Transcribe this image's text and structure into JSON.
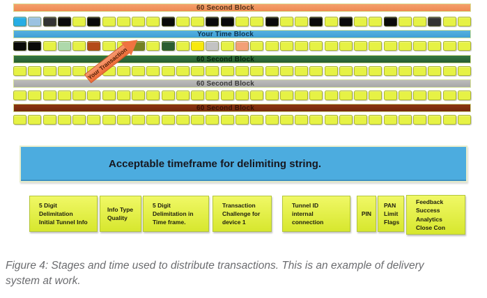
{
  "figure": {
    "palette": {
      "yellow": "#e6f245",
      "black": "#0a0a0a",
      "darkgray": "#333333",
      "blue": "#27ade5",
      "lightblue": "#9bc2e1",
      "palegreen": "#aed9ab",
      "rust": "#b44a19",
      "olive": "#748125",
      "darkgreen": "#2b5e33",
      "brightyellow": "#f8e90e",
      "lightgray": "#c3c3c3",
      "salmon": "#f3a077"
    },
    "bar_colors": {
      "orange": "#f0925b",
      "blue": "#47a9dc",
      "green": "#2d6b38",
      "gray": "#b2b2b2",
      "maroon": "#7f2e10"
    },
    "bars": [
      {
        "id": "orange",
        "label": "60 Second Block"
      },
      {
        "id": "blue",
        "label": "Your Time Block"
      },
      {
        "id": "green",
        "label": "60 Second Block"
      },
      {
        "id": "gray",
        "label": "60 Second Block"
      },
      {
        "id": "maroon",
        "label": "60 Second Block"
      }
    ],
    "block_rows": [
      {
        "name": "row-1",
        "blocks": [
          "blue",
          "lightblue",
          "darkgray",
          "black",
          "yellow",
          "black",
          "yellow",
          "yellow",
          "yellow",
          "yellow",
          "black",
          "yellow",
          "yellow",
          "black",
          "black",
          "yellow",
          "yellow",
          "black",
          "yellow",
          "yellow",
          "black",
          "yellow",
          "black",
          "yellow",
          "yellow",
          "black",
          "yellow",
          "yellow",
          "darkgray",
          "yellow",
          "yellow"
        ]
      },
      {
        "name": "row-2",
        "blocks": [
          "black",
          "black",
          "yellow",
          "palegreen",
          "yellow",
          "rust",
          "yellow",
          "yellow",
          "olive",
          "yellow",
          "darkgreen",
          "yellow",
          "brightyellow",
          "lightgray",
          "yellow",
          "salmon",
          "yellow",
          "yellow",
          "yellow",
          "yellow",
          "yellow",
          "yellow",
          "yellow",
          "yellow",
          "yellow",
          "yellow",
          "yellow",
          "yellow",
          "yellow",
          "yellow",
          "yellow"
        ]
      },
      {
        "name": "row-3",
        "blocks": [
          "yellow",
          "yellow",
          "yellow",
          "yellow",
          "yellow",
          "yellow",
          "yellow",
          "yellow",
          "yellow",
          "yellow",
          "yellow",
          "yellow",
          "yellow",
          "yellow",
          "yellow",
          "yellow",
          "yellow",
          "yellow",
          "yellow",
          "yellow",
          "yellow",
          "yellow",
          "yellow",
          "yellow",
          "yellow",
          "yellow",
          "yellow",
          "yellow",
          "yellow",
          "yellow",
          "yellow"
        ]
      },
      {
        "name": "row-4",
        "blocks": [
          "yellow",
          "yellow",
          "yellow",
          "yellow",
          "yellow",
          "yellow",
          "yellow",
          "yellow",
          "yellow",
          "yellow",
          "yellow",
          "yellow",
          "yellow",
          "yellow",
          "yellow",
          "yellow",
          "yellow",
          "yellow",
          "yellow",
          "yellow",
          "yellow",
          "yellow",
          "yellow",
          "yellow",
          "yellow",
          "yellow",
          "yellow",
          "yellow",
          "yellow",
          "yellow",
          "yellow"
        ]
      },
      {
        "name": "row-5",
        "blocks": [
          "yellow",
          "yellow",
          "yellow",
          "yellow",
          "yellow",
          "yellow",
          "yellow",
          "yellow",
          "yellow",
          "yellow",
          "yellow",
          "yellow",
          "yellow",
          "yellow",
          "yellow",
          "yellow",
          "yellow",
          "yellow",
          "yellow",
          "yellow",
          "yellow",
          "yellow",
          "yellow",
          "yellow",
          "yellow",
          "yellow",
          "yellow",
          "yellow",
          "yellow",
          "yellow",
          "yellow"
        ]
      }
    ],
    "arrow": {
      "label": "Your Transaction",
      "color": "#ee6a34"
    },
    "timeframe_box": {
      "text": "Acceptable timeframe for delimiting string.",
      "color": "#4cacdf"
    },
    "stage_boxes": [
      {
        "label": "5 Digit\nDelimitation\nInitial Tunnel Info"
      },
      {
        "label": "Info Type\nQuality"
      },
      {
        "label": "5 Digit\nDelimitation in\nTime frame."
      },
      {
        "label": "Transaction\nChallenge for\ndevice 1"
      },
      {
        "label": "Tunnel ID\ninternal\nconnection"
      },
      {
        "label": "PIN"
      },
      {
        "label": "PAN\nLimit\nFlags"
      },
      {
        "label": "Feedback\nSuccess\nAnalytics\nClose Con"
      }
    ],
    "caption": {
      "lines": [
        "Figure 4: Stages and time used to distribute transactions. This is an example of delivery",
        "system at work."
      ]
    }
  }
}
